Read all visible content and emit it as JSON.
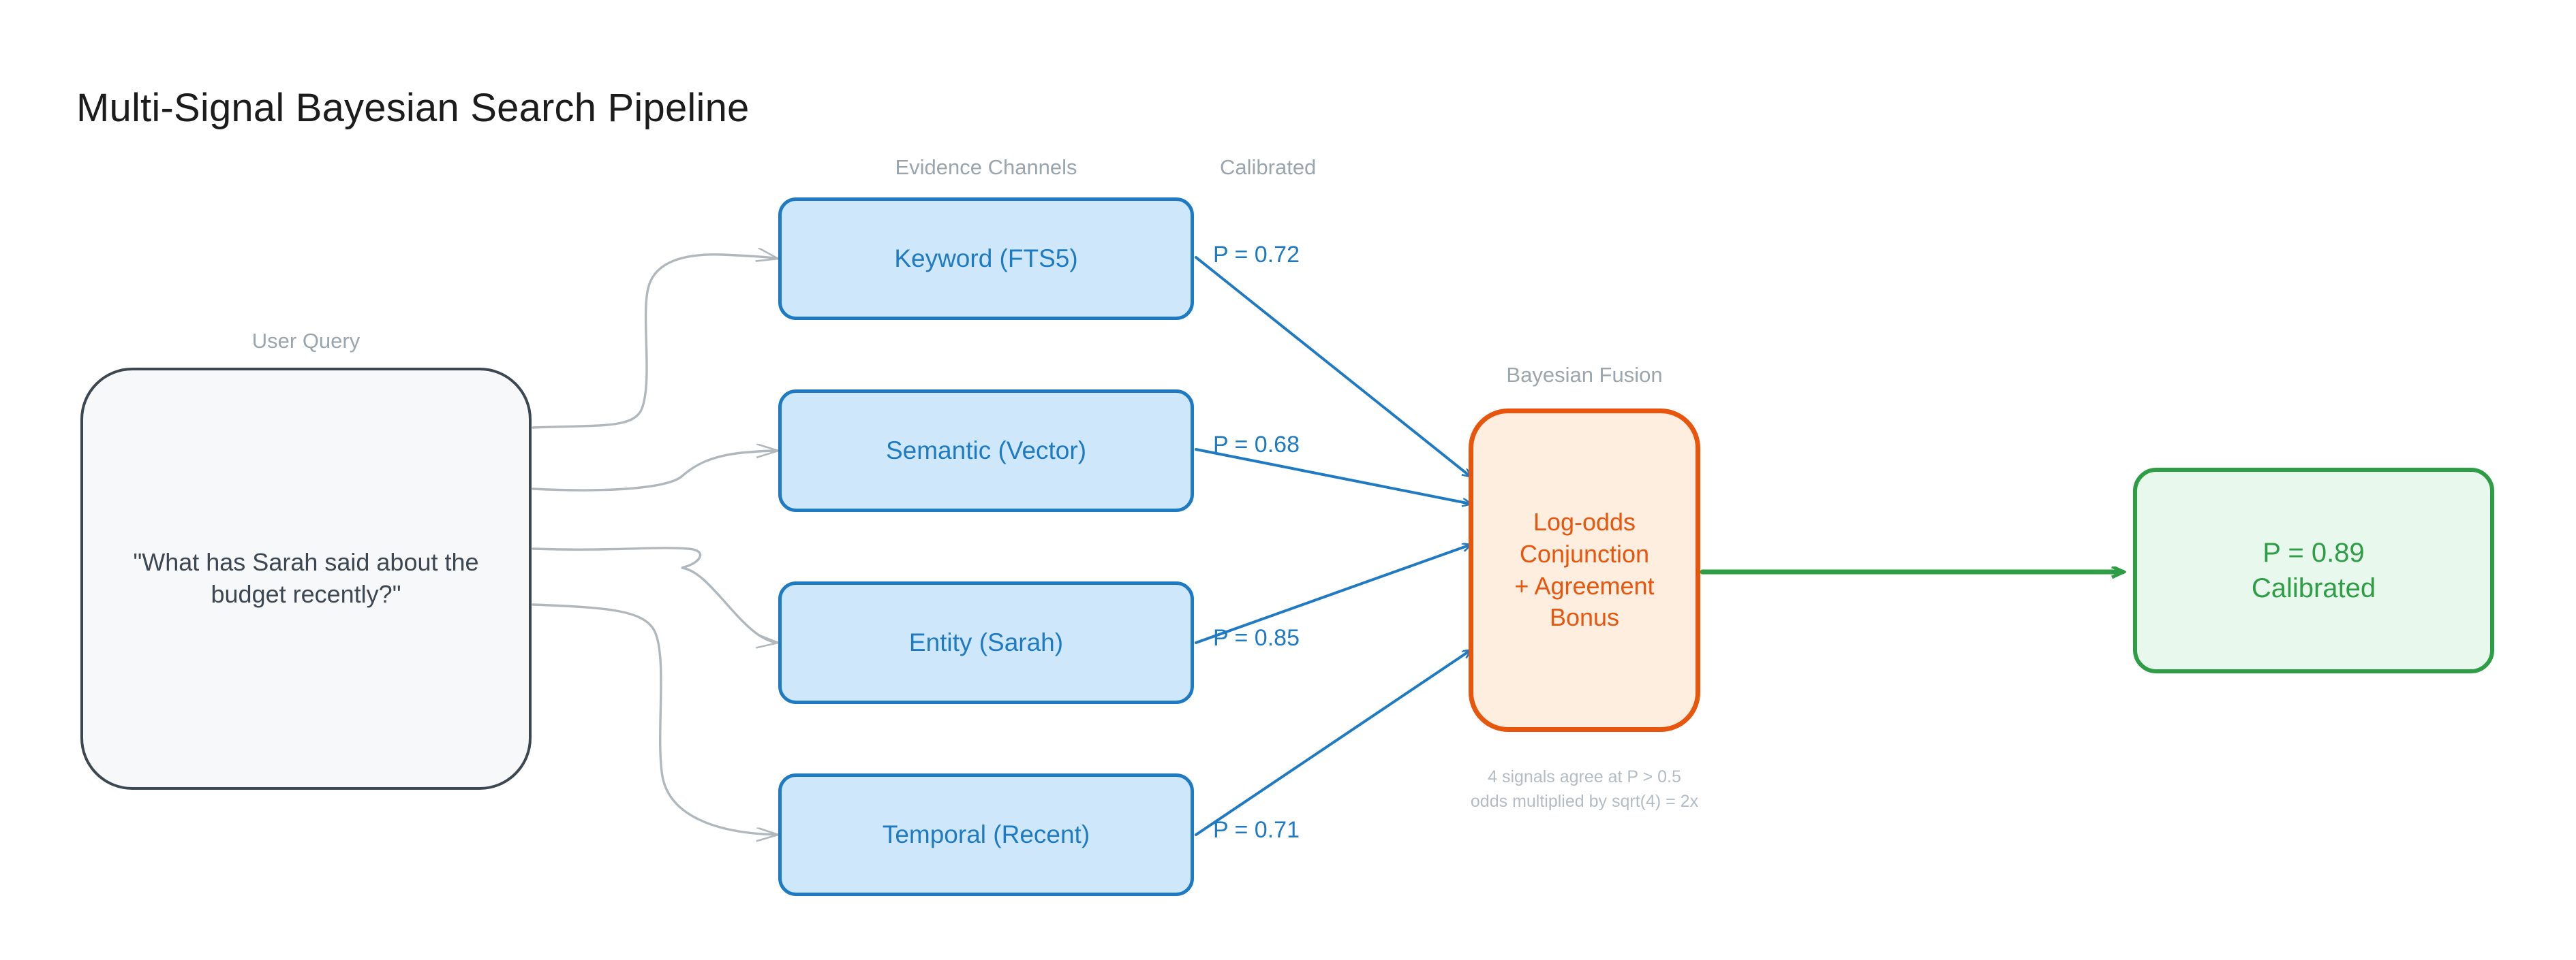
{
  "title": "Multi-Signal Bayesian Search Pipeline",
  "groups": {
    "query_label": "User Query",
    "channels_label": "Evidence Channels",
    "calibrated_label": "Calibrated",
    "fusion_label": "Bayesian Fusion"
  },
  "query": {
    "text": "\"What has Sarah said about the budget recently?\""
  },
  "channels": [
    {
      "name": "Keyword (FTS5)",
      "probability_label": "P = 0.72",
      "probability": 0.72
    },
    {
      "name": "Semantic (Vector)",
      "probability_label": "P = 0.68",
      "probability": 0.68
    },
    {
      "name": "Entity (Sarah)",
      "probability_label": "P = 0.85",
      "probability": 0.85
    },
    {
      "name": "Temporal (Recent)",
      "probability_label": "P = 0.71",
      "probability": 0.71
    }
  ],
  "fusion": {
    "line1": "Log-odds",
    "line2": "Conjunction",
    "line3": "+ Agreement Bonus",
    "note": "4 signals agree at P > 0.5\nodds multiplied by sqrt(4) = 2x"
  },
  "output": {
    "line1": "P = 0.89",
    "line2": "Calibrated"
  },
  "colors": {
    "channel_stroke": "#1f7ac4",
    "channel_fill": "#cee7fa",
    "fusion_stroke": "#e8560d",
    "fusion_fill": "#fdeedf",
    "output_stroke": "#2e9e46",
    "output_fill": "#e9f8ec",
    "query_stroke": "#3c4752",
    "query_fill": "#f6f8f9",
    "label_grey": "#9aa5ad",
    "wire_grey": "#b0b8bd"
  }
}
